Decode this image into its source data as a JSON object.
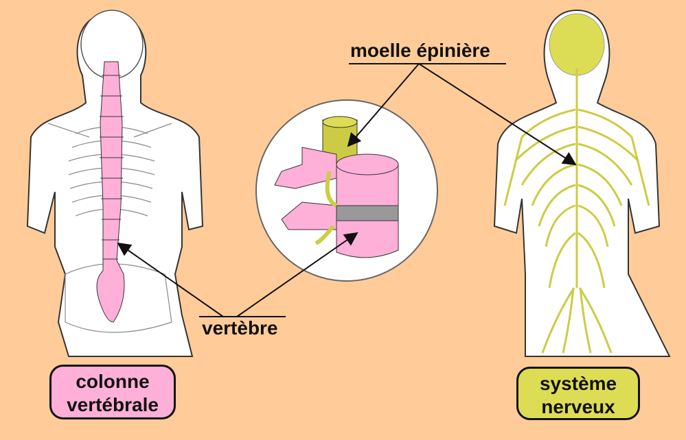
{
  "labels": {
    "spinal_cord": "moelle épinière",
    "vertebra": "vertèbre",
    "spine": "colonne vertébrale",
    "spine_line1": "colonne",
    "spine_line2": "vertébrale",
    "nervous_system_line1": "système",
    "nervous_system_line2": "nerveux"
  },
  "colors": {
    "background": "#FFCC99",
    "spine_pink": "#FFB0D8",
    "nerve_yellow": "#DDDD55",
    "disc_gray": "#999999"
  }
}
